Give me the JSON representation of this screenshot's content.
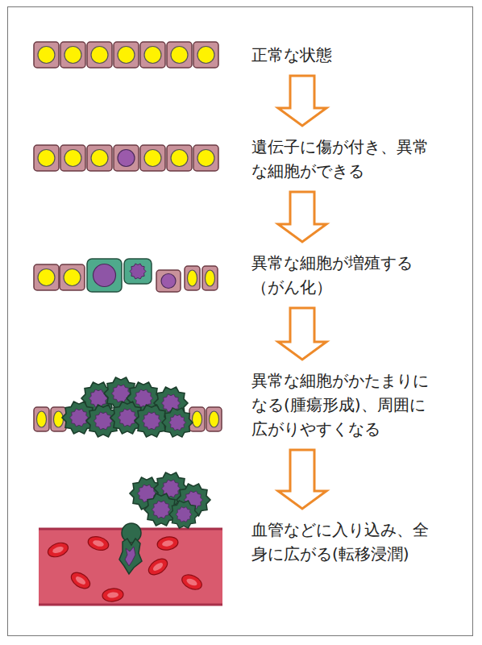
{
  "diagram": {
    "nodes": [
      {
        "text": [
          "正常な状態"
        ]
      },
      {
        "text": [
          "遺伝子に傷が付き、異常 な細胞ができる"
        ]
      },
      {
        "text": [
          "異常な細胞が増殖する （がん化）"
        ]
      },
      {
        "text": [
          "異常な細胞がかたまりに なる(腫瘍形成)、周囲に 広がりやすくなる"
        ]
      },
      {
        "text": [
          "血管などに入り込み、全 身に広がる(転移浸潤)"
        ]
      }
    ],
    "edges": [
      {
        "from": 0,
        "to": 1,
        "arrow": "to"
      },
      {
        "from": 1,
        "to": 2,
        "arrow": "to"
      },
      {
        "from": 2,
        "to": 3,
        "arrow": "to"
      },
      {
        "from": 3,
        "to": 4,
        "arrow": "to"
      }
    ]
  }
}
